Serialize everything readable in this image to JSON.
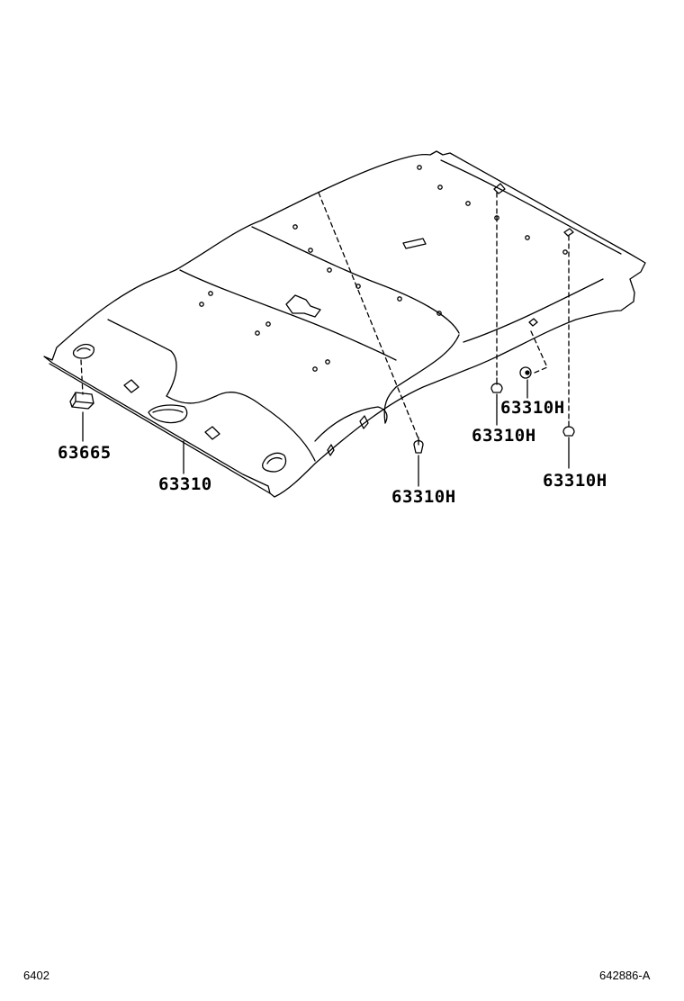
{
  "callouts": {
    "pad_bottom_left": "63665",
    "headliner": "63310",
    "clip_center": "63310H",
    "clip_mid": "63310H",
    "clip_small": "63310H",
    "clip_right": "63310H"
  },
  "footer": {
    "section_code": "6402",
    "figure_code": "642886-A"
  }
}
